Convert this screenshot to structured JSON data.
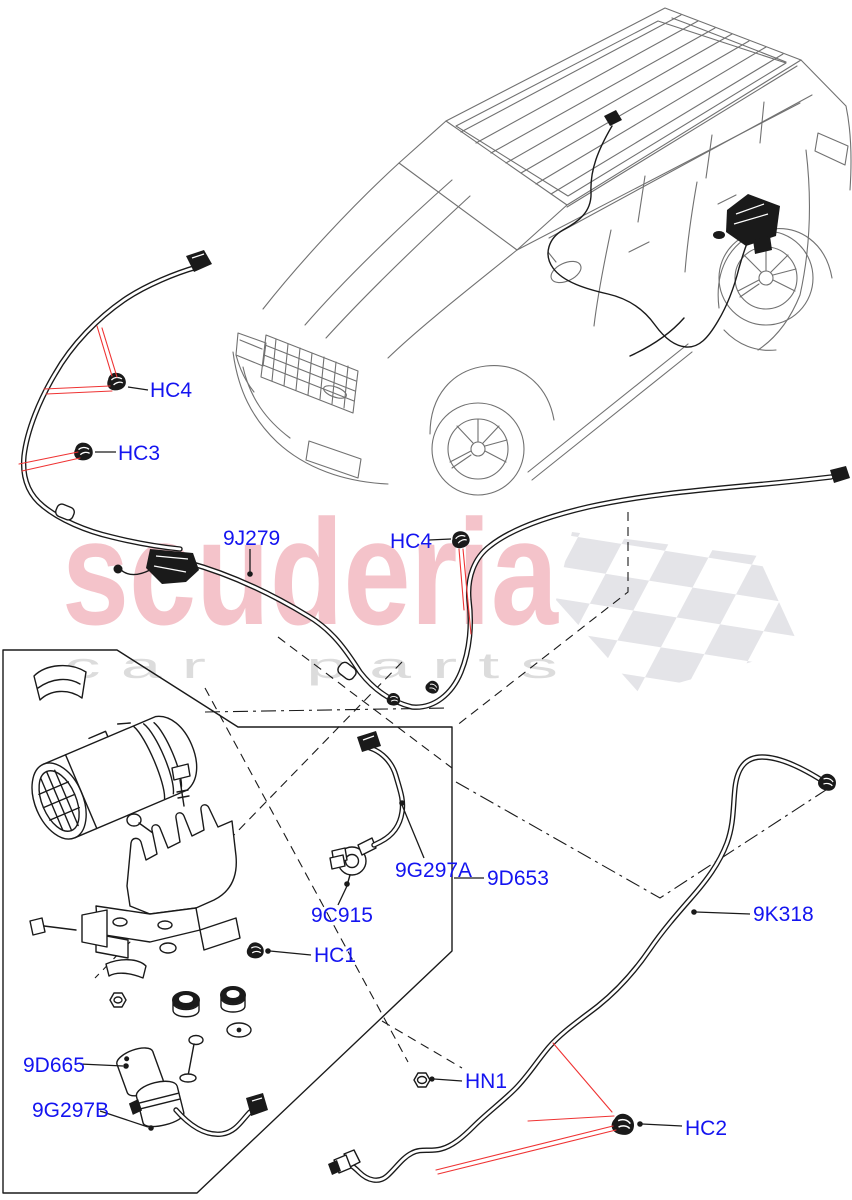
{
  "colors": {
    "label_blue": "#1414f0",
    "line_black": "#1a1a1a",
    "red": "#ef3333",
    "car_gray": "#717171",
    "watermark_pink": "#f4c3ca",
    "watermark_gray": "#dcdcdc",
    "flag_gray": "#e4e4e8"
  },
  "watermark": {
    "brand": "scuderia",
    "word1": "c a r",
    "word2": "p a r t s"
  },
  "labels": [
    {
      "id": "hc4-upper",
      "text": "HC4"
    },
    {
      "id": "hc3",
      "text": "HC3"
    },
    {
      "id": "9j279",
      "text": "9J279"
    },
    {
      "id": "hc4-mid",
      "text": "HC4"
    },
    {
      "id": "9g297a",
      "text": "9G297A"
    },
    {
      "id": "9d653",
      "text": "9D653"
    },
    {
      "id": "9c915",
      "text": "9C915"
    },
    {
      "id": "hc1",
      "text": "HC1"
    },
    {
      "id": "9d665",
      "text": "9D665"
    },
    {
      "id": "9g297b",
      "text": "9G297B"
    },
    {
      "id": "hn1",
      "text": "HN1"
    },
    {
      "id": "9k318",
      "text": "9K318"
    },
    {
      "id": "hc2",
      "text": "HC2"
    }
  ]
}
